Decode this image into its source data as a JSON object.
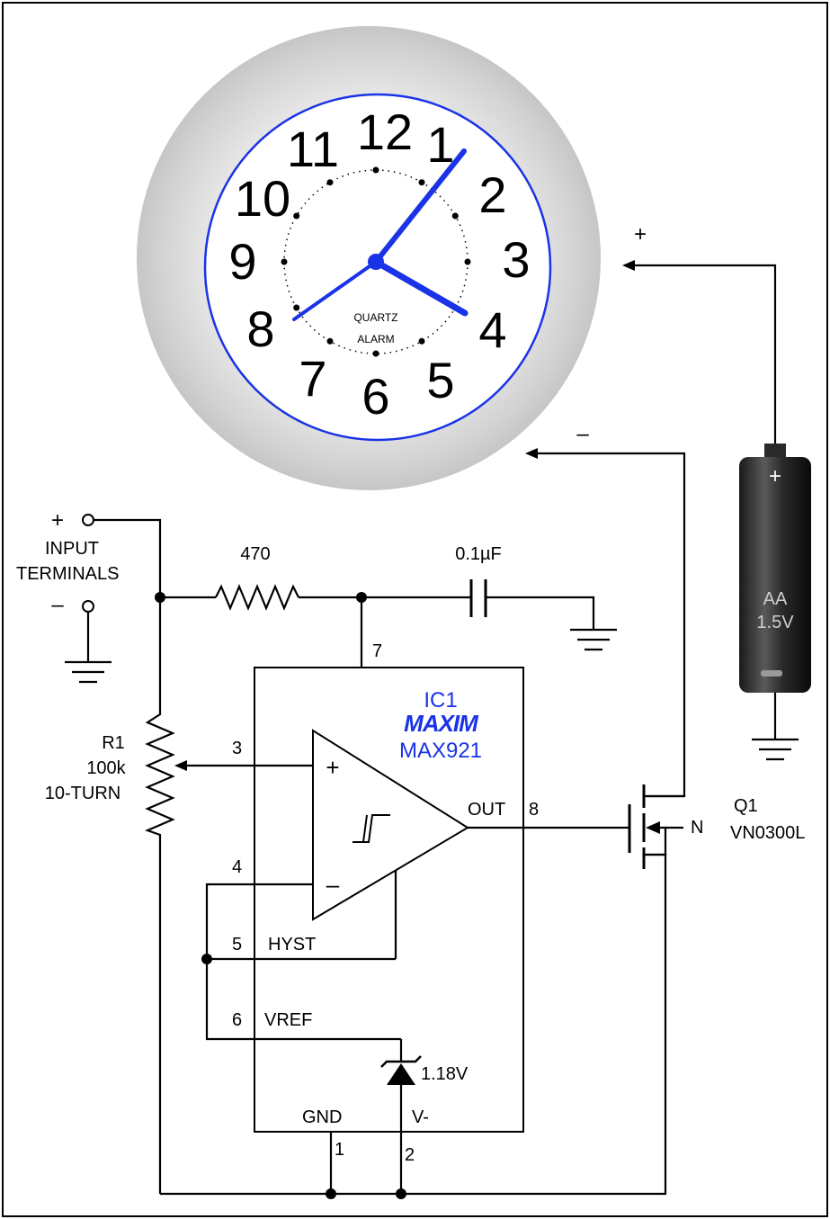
{
  "clock": {
    "numbers": [
      "12",
      "1",
      "2",
      "3",
      "4",
      "5",
      "6",
      "7",
      "8",
      "9",
      "10",
      "11"
    ],
    "brand_line1": "QUARTZ",
    "brand_line2": "ALARM"
  },
  "clock_terminals": {
    "plus": "+",
    "minus": "–"
  },
  "input": {
    "plus": "+",
    "minus": "–",
    "label_line1": "INPUT",
    "label_line2": "TERMINALS"
  },
  "resistor": {
    "value": "470"
  },
  "capacitor": {
    "value": "0.1µF"
  },
  "potentiometer": {
    "name": "R1",
    "value": "100k",
    "type": "10-TURN"
  },
  "ic": {
    "name": "IC1",
    "logo": "MAXIM",
    "part": "MAX921",
    "pins": {
      "p1": "1",
      "p2": "2",
      "p3": "3",
      "p4": "4",
      "p5": "5",
      "p6": "6",
      "p7": "7",
      "p8": "8"
    },
    "labels": {
      "out": "OUT",
      "hyst": "HYST",
      "vref": "VREF",
      "gnd": "GND",
      "vminus": "V-",
      "plus": "+",
      "minus": "–"
    },
    "zener": "1.18V"
  },
  "transistor": {
    "name": "Q1",
    "part": "VN0300L",
    "channel": "N"
  },
  "battery": {
    "plus": "+",
    "label_line1": "AA",
    "label_line2": "1.5V"
  },
  "colors": {
    "ic_text": "#1a33e6",
    "hands": "#1a33e6",
    "bezel": "#d4d4d4"
  }
}
